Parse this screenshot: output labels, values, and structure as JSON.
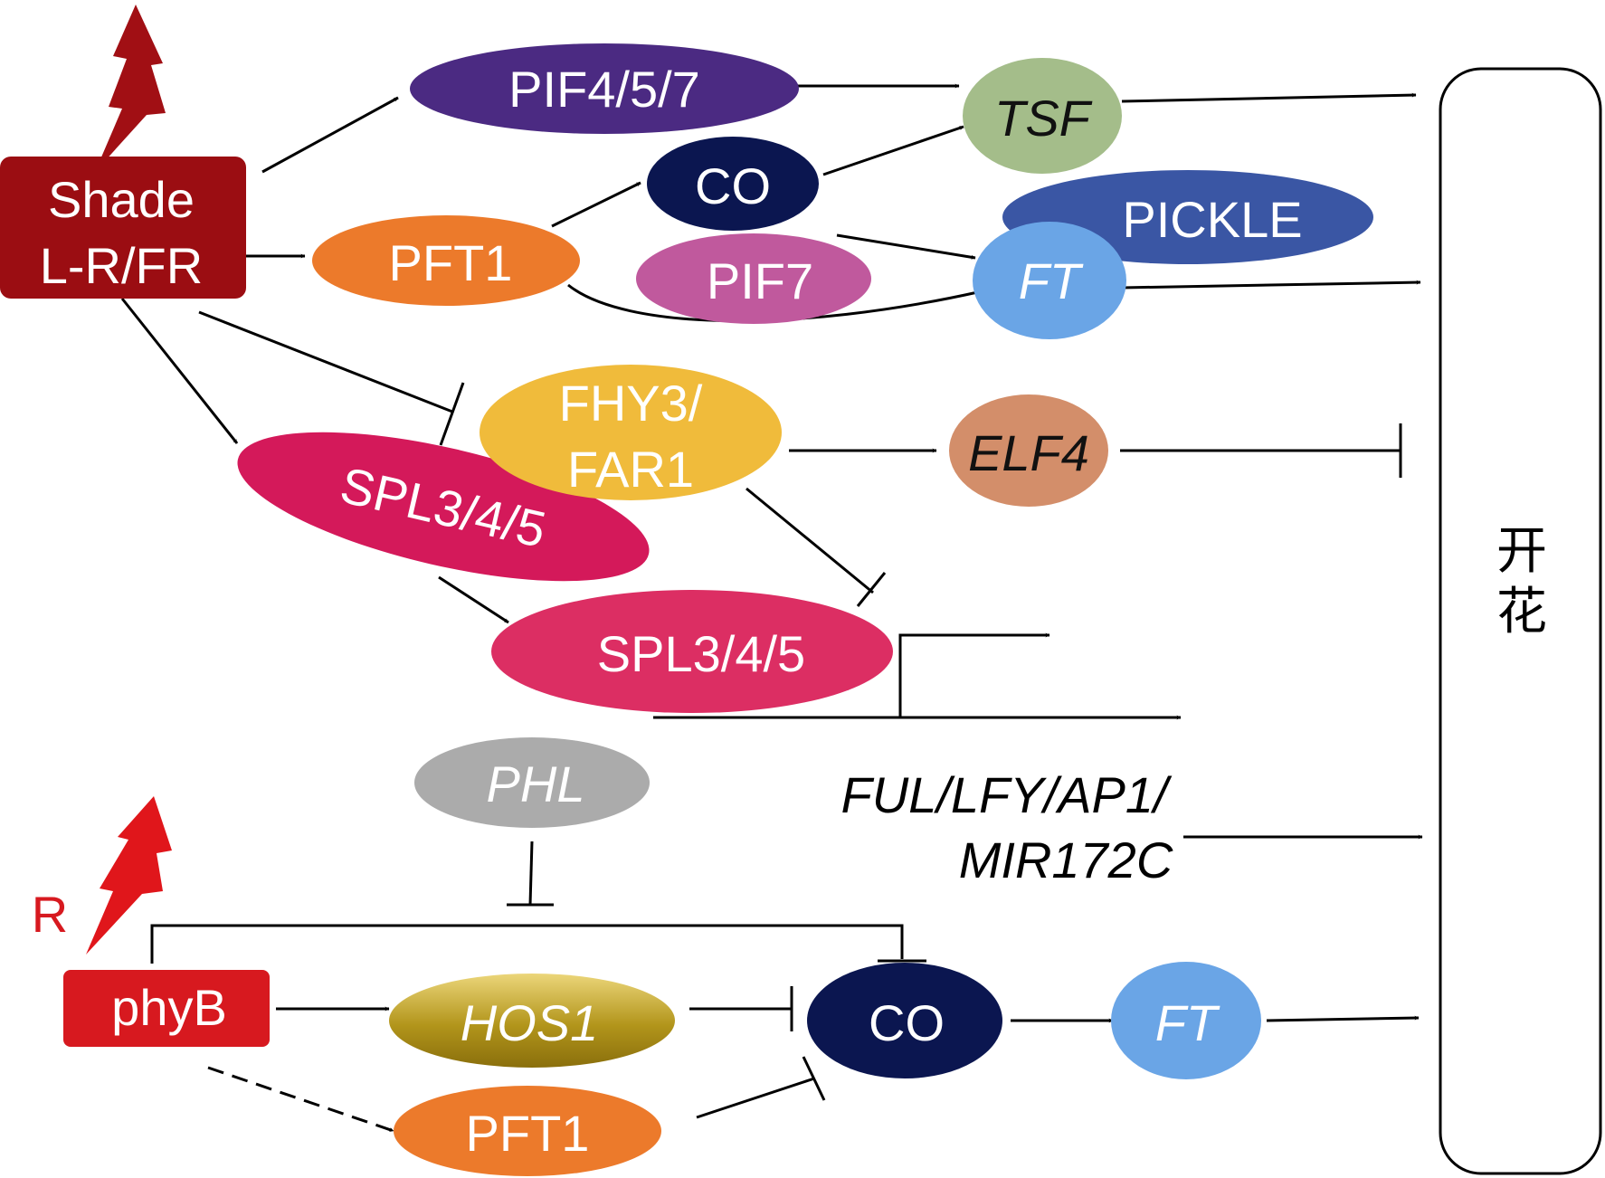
{
  "nodes": {
    "shade_line1": "Shade",
    "shade_line2": "L-R/FR",
    "pif457": "PIF4/5/7",
    "tsf": "TSF",
    "co_top": "CO",
    "pickle": "PICKLE",
    "pft1_top": "PFT1",
    "pif7": "PIF7",
    "ft_top": "FT",
    "fhy3_line1": "FHY3/",
    "fhy3_line2": "FAR1",
    "elf4": "ELF4",
    "spl_a": "SPL3/4/5",
    "spl_b": "SPL3/4/5",
    "phl": "PHL",
    "ful_line1": "FUL/LFY/AP1/",
    "ful_line2": "MIR172C",
    "r_label": "R",
    "phyb": "phyB",
    "hos1": "HOS1",
    "co_bottom": "CO",
    "ft_bottom": "FT",
    "pft1_bottom": "PFT1"
  },
  "flowering_box": {
    "label_char1": "开",
    "label_char2": "花"
  },
  "colors": {
    "shade_box": "#9b0d12",
    "phyb_box": "#d7191f",
    "lightning_shade": "#a10f14",
    "lightning_r": "#e0161b",
    "r_text": "#d7191f",
    "pif457": "#4b2a82",
    "tsf": "#a4bd8a",
    "co": "#0b1650",
    "pickle": "#3a56a4",
    "pft1": "#ec7a2b",
    "pif7": "#c0599d",
    "ft": "#6aa5e6",
    "fhy3": "#f0bb3b",
    "elf4": "#d38e6a",
    "spl_a": "#d4195a",
    "spl_b": "#dc2e63",
    "phl": "#ababab",
    "hos1": "#a98d16"
  }
}
